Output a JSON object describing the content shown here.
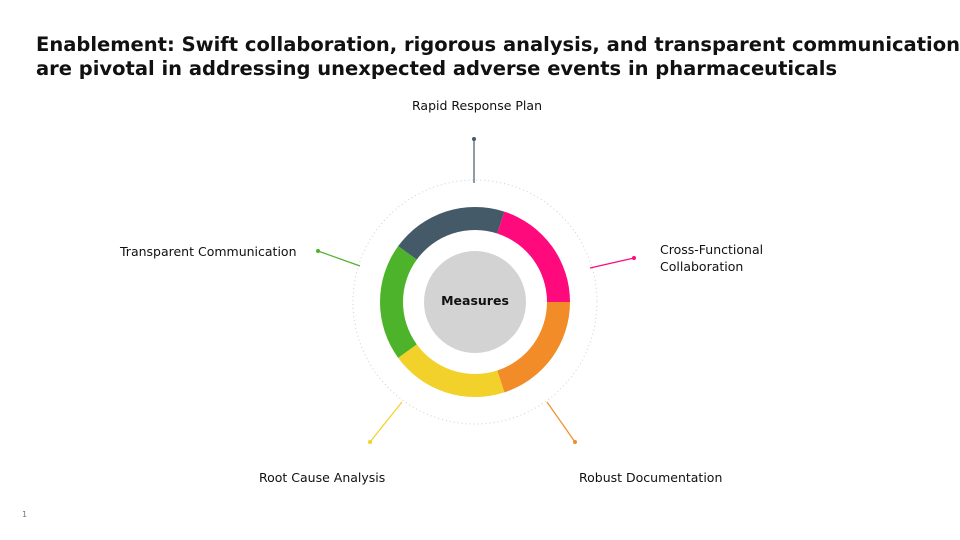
{
  "title": {
    "line1": "Enablement: Swift collaboration, rigorous analysis, and transparent communication",
    "line2": "are pivotal in addressing unexpected adverse events in pharmaceuticals"
  },
  "center": {
    "label": "Measures"
  },
  "segments": [
    {
      "label_lines": [
        "Rapid Response Plan"
      ],
      "color": "#455a69"
    },
    {
      "label_lines": [
        "Cross-Functional",
        "Collaboration"
      ],
      "color": "#ff0a7c"
    },
    {
      "label_lines": [
        "Robust Documentation"
      ],
      "color": "#f28c28"
    },
    {
      "label_lines": [
        "Root Cause Analysis"
      ],
      "color": "#f2d12a"
    },
    {
      "label_lines": [
        "Transparent Communication"
      ],
      "color": "#4db32a"
    }
  ],
  "center_color": "#d3d3d3",
  "page_number": "1"
}
